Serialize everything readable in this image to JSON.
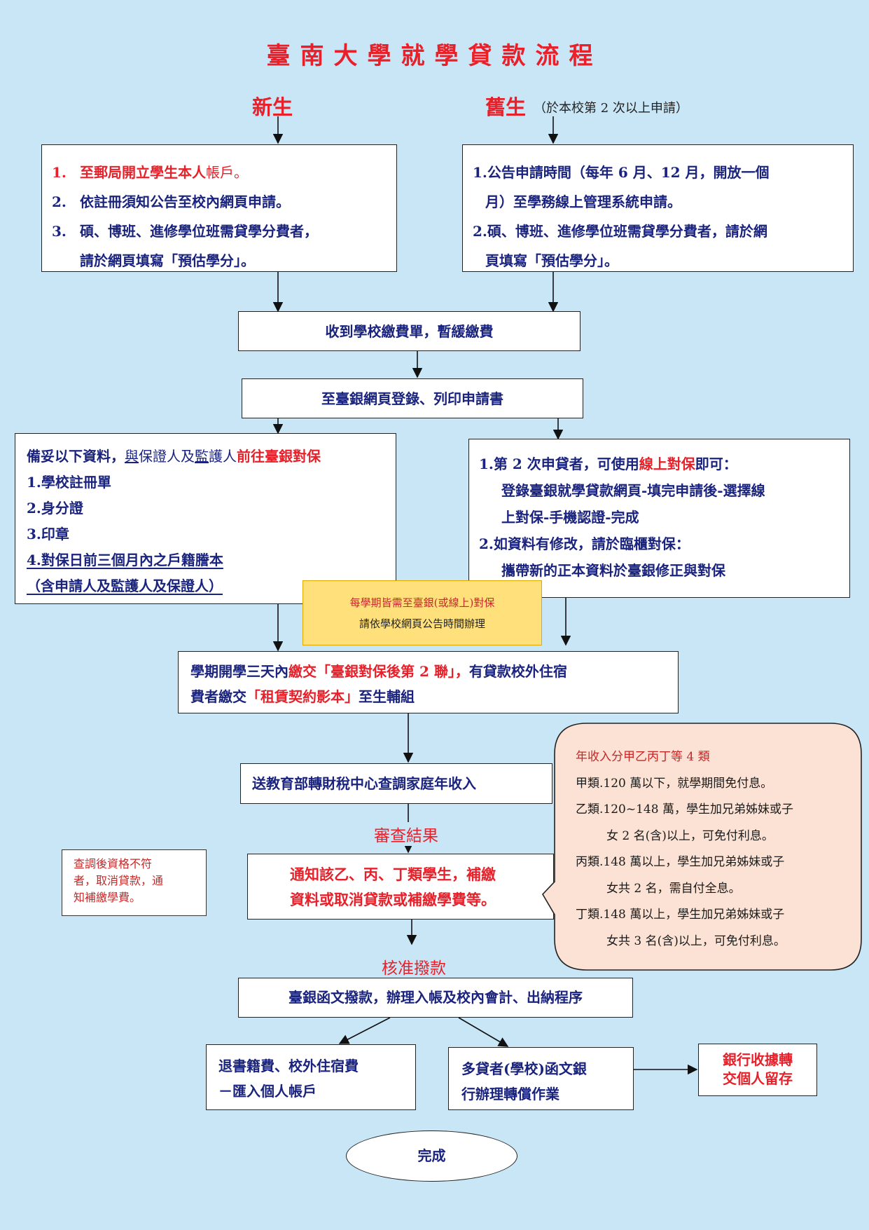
{
  "title": "臺南大學就學貸款流程",
  "new_student": {
    "heading": "新生",
    "steps": [
      {
        "num": "1.",
        "pre": "至郵局開立",
        "strong": "學生本人",
        "post": "帳戶。"
      },
      {
        "num": "2.",
        "text": "依註冊須知公告至校內網頁申請。"
      },
      {
        "num": "3.",
        "text": "碩、博班、進修學位班需貸學分費者，",
        "cont": "請於網頁填寫「預估學分」。"
      }
    ]
  },
  "old_student": {
    "heading": "舊生",
    "note": "（於本校第 2 次以上申請）",
    "lines": [
      "1.公告申請時間（每年 6 月、12 月，開放一個",
      "月）至學務線上管理系統申請。",
      "2.碩、博班、進修學位班需貸學分費者，請於網",
      "頁填寫「預估學分」。"
    ]
  },
  "receive_bill": "收到學校繳費單，暫緩繳費",
  "bank_register": "至臺銀網頁登錄、列印申請書",
  "prepare_docs": {
    "intro_pre": "備妥以下資料，",
    "intro_mid_a": "與",
    "intro_mid_b": "保證人及",
    "intro_mid_c": "監",
    "intro_mid_d": "護人",
    "intro_red": "前往臺銀對保",
    "items": [
      "1.學校註冊單",
      "2.身分證",
      "3.印章",
      "4.對保日前三個月內之戶籍謄本",
      "（含申請人及監護人及保證人）"
    ]
  },
  "online": {
    "line1_pre": "1.第 2 次申貸者，可使用",
    "line1_red": "線上對保",
    "line1_post": "即可：",
    "line2": "登錄臺銀就學貸款網頁-填完申請後-選擇線",
    "line3": "上對保-手機認證-完成",
    "line4": "2.如資料有修改，請於臨櫃對保：",
    "line5": "攜帶新的正本資料於臺銀修正與對保"
  },
  "semester_note": {
    "line1": "每學期皆需至臺銀(或線上)對保",
    "line2": "請依學校網頁公告時間辦理"
  },
  "submit": {
    "a": "學期開學三天內",
    "b": "繳交「臺銀對保後第 2 聯」，",
    "c": "有貸款校外住宿",
    "d": "費者繳交",
    "e": "「租賃契約影本」",
    "f": "至生輔組"
  },
  "income_check": "送教育部轉財稅中心查調家庭年收入",
  "review_label": "審查結果",
  "notify": {
    "line1": "通知該乙、丙、丁類學生，補繳",
    "line2": "資料或取消貸款或補繳學費等。"
  },
  "ineligible": {
    "line1": "查調後資格不符",
    "line2": "者，取消貸款，通",
    "line3": "知補繳學費。"
  },
  "income_classes": {
    "heading": "年收入分甲乙丙丁等 4 類",
    "lines": [
      "甲類.120 萬以下，就學期間免付息。",
      "乙類.120~148 萬，學生加兄弟姊妹或子",
      "女 2 名(含)以上，可免付利息。",
      "丙類.148 萬以上，學生加兄弟姊妹或子",
      "女共 2 名，需自付全息。",
      "丁類.148 萬以上，學生加兄弟姊妹或子",
      "女共 3 名(含)以上，可免付利息。"
    ]
  },
  "approve_label": "核准撥款",
  "disburse": "臺銀函文撥款，辦理入帳及校內會計、出納程序",
  "refund": {
    "line1": "退書籍費、校外住宿費",
    "line2": "－匯入個人帳戶"
  },
  "overloan": {
    "line1": "多貸者(學校)函文銀",
    "line2": "行辦理轉償作業"
  },
  "receipt": {
    "line1": "銀行收據轉",
    "line2": "交個人留存"
  },
  "done": "完成",
  "colors": {
    "background": "#c9e6f7",
    "red": "#e8202a",
    "navy": "#1a237e",
    "note_fill": "#ffe07a",
    "income_fill": "#fbe2d4"
  }
}
